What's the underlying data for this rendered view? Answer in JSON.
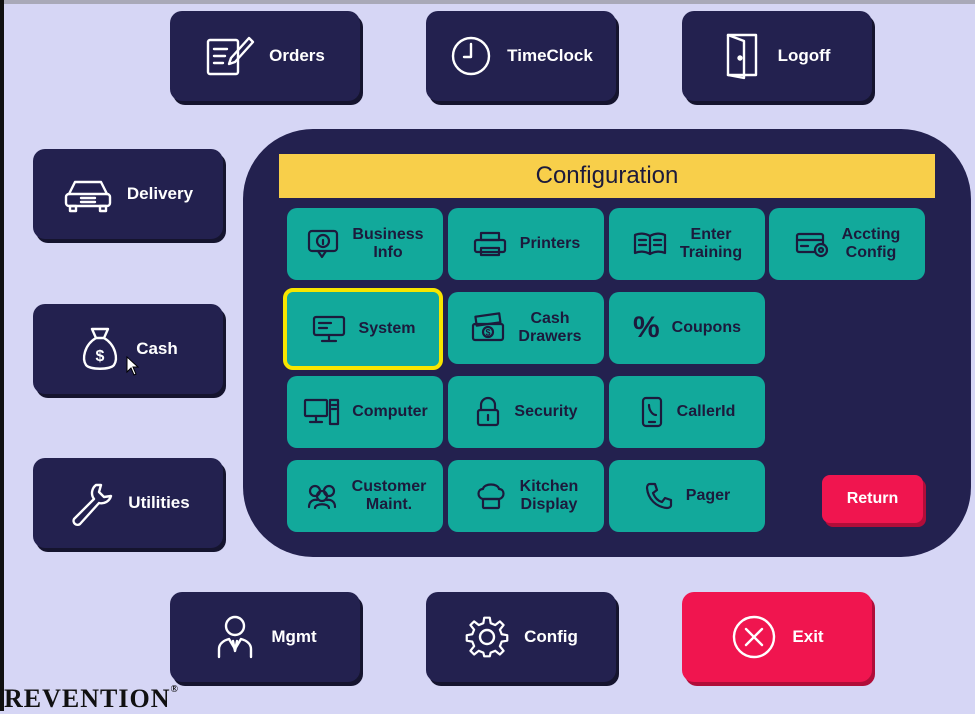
{
  "top_nav": {
    "orders": "Orders",
    "timeclock": "TimeClock",
    "logoff": "Logoff"
  },
  "side_nav": {
    "delivery": "Delivery",
    "cash": "Cash",
    "utilities": "Utilities"
  },
  "bottom_nav": {
    "mgmt": "Mgmt",
    "config": "Config",
    "exit": "Exit"
  },
  "configuration": {
    "title": "Configuration",
    "tiles": [
      {
        "label": "Business\nInfo",
        "icon": "info-bubble-icon",
        "selected": false
      },
      {
        "label": "Printers",
        "icon": "printer-icon",
        "selected": false
      },
      {
        "label": "Enter\nTraining",
        "icon": "book-icon",
        "selected": false
      },
      {
        "label": "Accting\nConfig",
        "icon": "card-gear-icon",
        "selected": false
      },
      {
        "label": "System",
        "icon": "monitor-icon",
        "selected": true
      },
      {
        "label": "Cash\nDrawers",
        "icon": "cash-drawer-icon",
        "selected": false
      },
      {
        "label": "Coupons",
        "icon": "percent-icon",
        "selected": false
      },
      {
        "label": "Computer",
        "icon": "desktop-computer-icon",
        "selected": false
      },
      {
        "label": "Security",
        "icon": "lock-icon",
        "selected": false
      },
      {
        "label": "CallerId",
        "icon": "phone-device-icon",
        "selected": false
      },
      {
        "label": "Customer\nMaint.",
        "icon": "people-group-icon",
        "selected": false
      },
      {
        "label": "Kitchen\nDisplay",
        "icon": "chef-hat-icon",
        "selected": false
      },
      {
        "label": "Pager",
        "icon": "handset-icon",
        "selected": false
      }
    ],
    "return_label": "Return"
  },
  "brand": {
    "name": "REVENTION",
    "mark": "®"
  },
  "colors": {
    "background": "#d6d6f5",
    "navy": "#23214f",
    "teal": "#12a99b",
    "yellow_header": "#f8cf4a",
    "selected_outline": "#f7e600",
    "exit_red": "#f0154f"
  }
}
